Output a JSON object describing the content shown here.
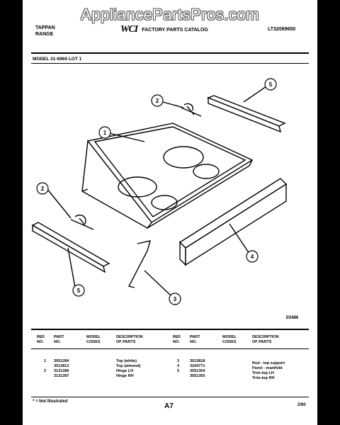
{
  "watermark": "AppliancePartsPros.com",
  "header": {
    "brand_line1": "TAPPAN",
    "brand_line2": "RANGE",
    "logo": "WCI",
    "catalog": "FACTORY PARTS CATALOG",
    "doc_code": "LT32069650"
  },
  "model": "MODEL 31-6969 LOT 1",
  "diagram_code": "E0486",
  "callouts": [
    "1",
    "2",
    "2",
    "3",
    "4",
    "5",
    "5"
  ],
  "table": {
    "headers": {
      "ref": "REF.\nNO.",
      "part": "PART\nNO.",
      "model": "MODEL\nCODES",
      "desc": "DESCRIPTION\nOF PARTS"
    },
    "left_rows": [
      {
        "ref": "1",
        "part": "3051284",
        "desc": "Top (white)"
      },
      {
        "ref": "",
        "part": "3013812",
        "desc": "Top (almond)"
      },
      {
        "ref": "2",
        "part": "3131286",
        "desc": "Hinge LH"
      },
      {
        "ref": "",
        "part": "3131287",
        "desc": "Hinge RH"
      }
    ],
    "right_rows": [
      {
        "ref": "3",
        "part": "3013818",
        "desc": "Rod - top support"
      },
      {
        "ref": "4",
        "part": "3204771",
        "desc": "Panel - manifold"
      },
      {
        "ref": "5",
        "part": "3051354",
        "desc": "Trim-top LH"
      },
      {
        "ref": "",
        "part": "3051355",
        "desc": "Trim-top RH"
      }
    ]
  },
  "footer": {
    "note": "* = Not Illustrated",
    "page": "A7",
    "date": "2/90"
  }
}
